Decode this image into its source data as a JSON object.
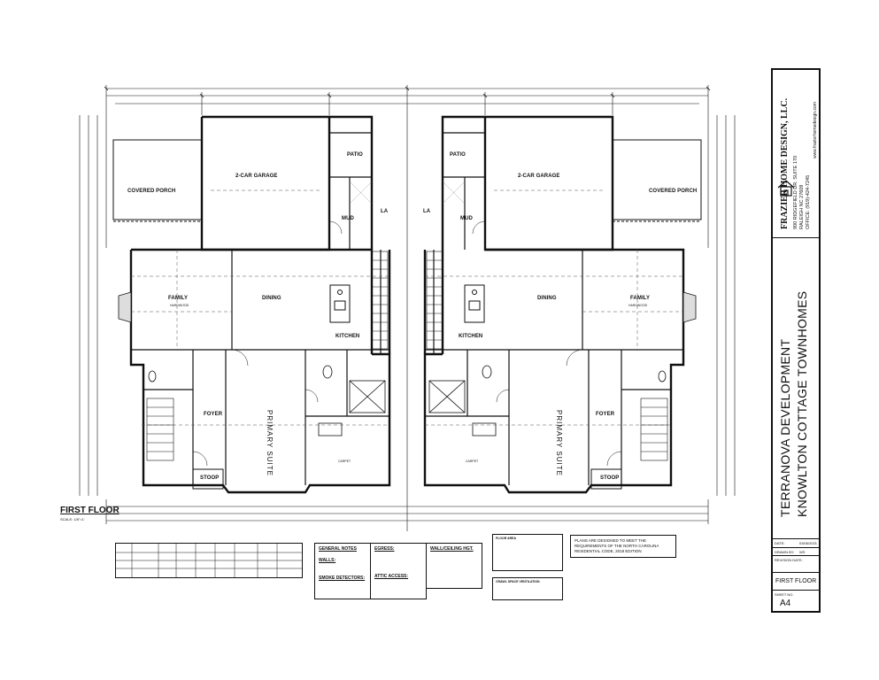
{
  "sheet_title": {
    "project_line1": "TERRANOVA DEVELOPMENT",
    "project_line2": "KNOWLTON COTTAGE TOWNHOMES"
  },
  "firm": {
    "name": "FRAZIER HOME DESIGN, LLC.",
    "address": "900 RIDGEFIELD DR. SUITE 170",
    "city": "RALEIGH NC 27609",
    "office": "OFFICE: (919)-424-7245",
    "website": "www.frazierhomedesign.com"
  },
  "title_block": {
    "date_label": "DATE:",
    "date_value": "03/06/2021",
    "drawn_by_label": "DRAWN BY:",
    "drawn_by_value": "WS",
    "revision_label": "REVISION DATE:",
    "drawing_title": "FIRST FLOOR",
    "sheet_no_label": "SHEET NO.",
    "sheet_no_value": "A4"
  },
  "plan": {
    "caption": "FIRST FLOOR",
    "scale": "SCALE: 1/8\"=1'",
    "rooms": {
      "garage": "2-CAR GARAGE",
      "covered_porch": "COVERED PORCH",
      "patio": "PATIO",
      "mud": "MUD",
      "la": "LA",
      "family": "FAMILY",
      "dining": "DINING",
      "kitchen": "KITCHEN",
      "foyer": "FOYER",
      "primary_suite": "PRIMARY SUITE",
      "stoop": "STOOP",
      "carpet": "CARPET",
      "hardwood": "HARDWOOD"
    }
  },
  "notes": {
    "general_title": "GENERAL NOTES",
    "walls_title": "WALLS:",
    "smoke_title": "SMOKE DETECTORS:",
    "egress_title": "EGRESS:",
    "attic_title": "ATTIC ACCESS:",
    "wall_ceiling_title": "WALL/CEILING HGT.",
    "floor_area_title": "FLOOR AREA",
    "crawl_title": "CRAWL SPACE VENTILATION",
    "code_note": "PLANS ARE DESIGNED TO MEET THE REQUIREMENTS OF THE NORTH CAROLINA RESIDENTIAL CODE, 2018 EDITION"
  },
  "colors": {
    "line": "#111111",
    "hatch": "#555555",
    "paper": "#ffffff"
  }
}
